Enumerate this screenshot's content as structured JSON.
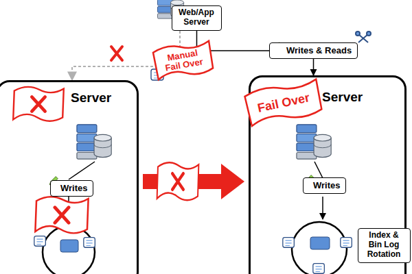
{
  "diagram": {
    "nodes": [
      {
        "text": [
          "Web/App Server"
        ]
      },
      {
        "text": [
          "Manual Fail Over"
        ]
      },
      {
        "text": [
          "Writes & Reads"
        ]
      },
      {
        "text": [
          "Server"
        ]
      },
      {
        "text": [
          "Writes"
        ],
        "in": 3
      },
      {
        "text": [
          "Server"
        ]
      },
      {
        "text": [
          "Fail Over"
        ],
        "in": 5
      },
      {
        "text": [
          "Writes"
        ],
        "in": 5
      },
      {
        "text": [
          "Index & Bin Log Rotation"
        ],
        "in": 5
      }
    ],
    "edges": [
      {
        "from": 0,
        "to": 2,
        "arrow": "none"
      },
      {
        "from": 2,
        "to": 5,
        "arrow": "to"
      },
      {
        "from": 0,
        "to": 3,
        "arrow": "to"
      },
      {
        "from": 3,
        "to": 5,
        "arrow": "to"
      }
    ]
  }
}
